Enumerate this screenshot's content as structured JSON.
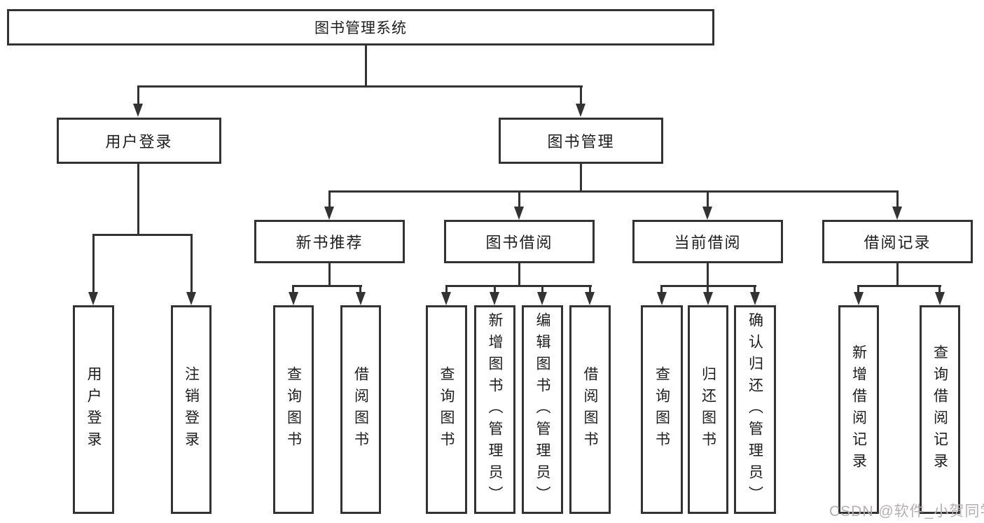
{
  "tree": {
    "root": {
      "label": "图书管理系统"
    },
    "branches": [
      {
        "label": "用户登录",
        "leaves": [
          {
            "label": "用户登录"
          },
          {
            "label": "注销登录"
          }
        ]
      },
      {
        "label": "图书管理",
        "groups": [
          {
            "label": "新书推荐",
            "leaves": [
              {
                "label": "查询图书"
              },
              {
                "label": "借阅图书"
              }
            ]
          },
          {
            "label": "图书借阅",
            "leaves": [
              {
                "label": "查询图书"
              },
              {
                "label": "新增图书（管理员）"
              },
              {
                "label": "编辑图书（管理员）"
              },
              {
                "label": "借阅图书"
              }
            ]
          },
          {
            "label": "当前借阅",
            "leaves": [
              {
                "label": "查询图书"
              },
              {
                "label": "归还图书"
              },
              {
                "label": "确认归还（管理员）"
              }
            ]
          },
          {
            "label": "借阅记录",
            "leaves": [
              {
                "label": "新增借阅记录"
              },
              {
                "label": "查询借阅记录"
              }
            ]
          }
        ]
      }
    ]
  },
  "watermark": {
    "text": "CSDN @软件_小贺同学"
  },
  "colors": {
    "line": "#333333",
    "box_border": "#333333",
    "box_fill": "#ffffff",
    "text": "#1d1d1d",
    "watermark_text": "#b4afb2"
  }
}
